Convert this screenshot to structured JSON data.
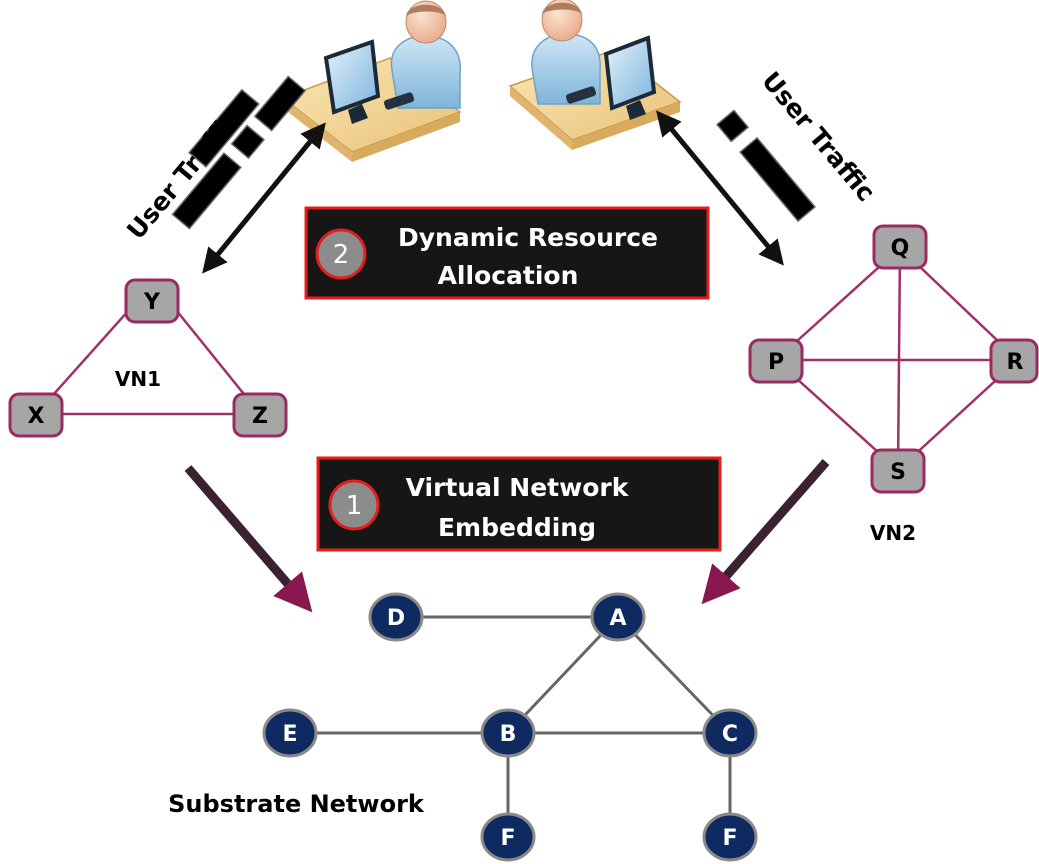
{
  "diagram": {
    "vn1": {
      "label": "VN1",
      "nodes": [
        {
          "id": "Y",
          "label": "Y"
        },
        {
          "id": "X",
          "label": "X"
        },
        {
          "id": "Z",
          "label": "Z"
        }
      ]
    },
    "vn2": {
      "label": "VN2",
      "nodes": [
        {
          "id": "Q",
          "label": "Q"
        },
        {
          "id": "P",
          "label": "P"
        },
        {
          "id": "R",
          "label": "R"
        },
        {
          "id": "S",
          "label": "S"
        }
      ]
    },
    "substrate": {
      "label": "Substrate Network",
      "nodes": [
        {
          "id": "D",
          "label": "D"
        },
        {
          "id": "A",
          "label": "A"
        },
        {
          "id": "E",
          "label": "E"
        },
        {
          "id": "B",
          "label": "B"
        },
        {
          "id": "C",
          "label": "C"
        },
        {
          "id": "F1",
          "label": "F"
        },
        {
          "id": "F2",
          "label": "F"
        }
      ]
    },
    "steps": [
      {
        "number": "2",
        "line1": "Dynamic Resource",
        "line2": "Allocation"
      },
      {
        "number": "1",
        "line1": "Virtual Network",
        "line2": "Embedding"
      }
    ],
    "traffic_labels": {
      "left": "User Traffic",
      "right": "User Traffic"
    },
    "colors": {
      "virtual_node_fill": "#a6a6a6",
      "virtual_node_border": "#9b2a5e",
      "virtual_link": "#a0306a",
      "substrate_node_fill": "#0f2a60",
      "substrate_node_border": "#8a8a8a",
      "substrate_link": "#666666",
      "step_box_fill": "#161616",
      "step_box_border": "#e41e1e",
      "mapping_arrow": "#3a2230"
    }
  }
}
